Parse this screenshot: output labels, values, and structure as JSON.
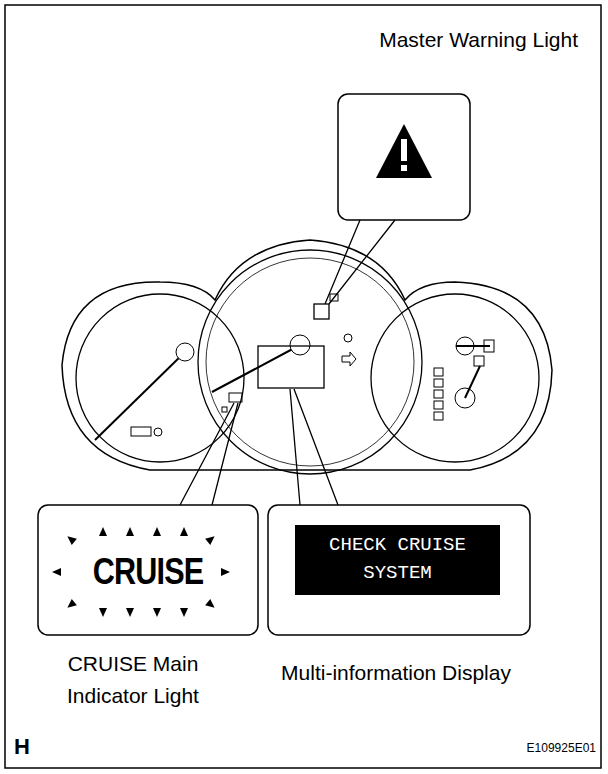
{
  "diagram": {
    "nodes": [
      {
        "text": [
          "Master Warning Light"
        ]
      },
      {
        "text": [
          "CRUISE",
          "CRUISE Main Indicator Light"
        ]
      },
      {
        "text": [
          "CHECK CRUISE SYSTEM",
          "Multi-information Display"
        ]
      }
    ],
    "labels": [
      "H",
      "E109925E01"
    ]
  }
}
